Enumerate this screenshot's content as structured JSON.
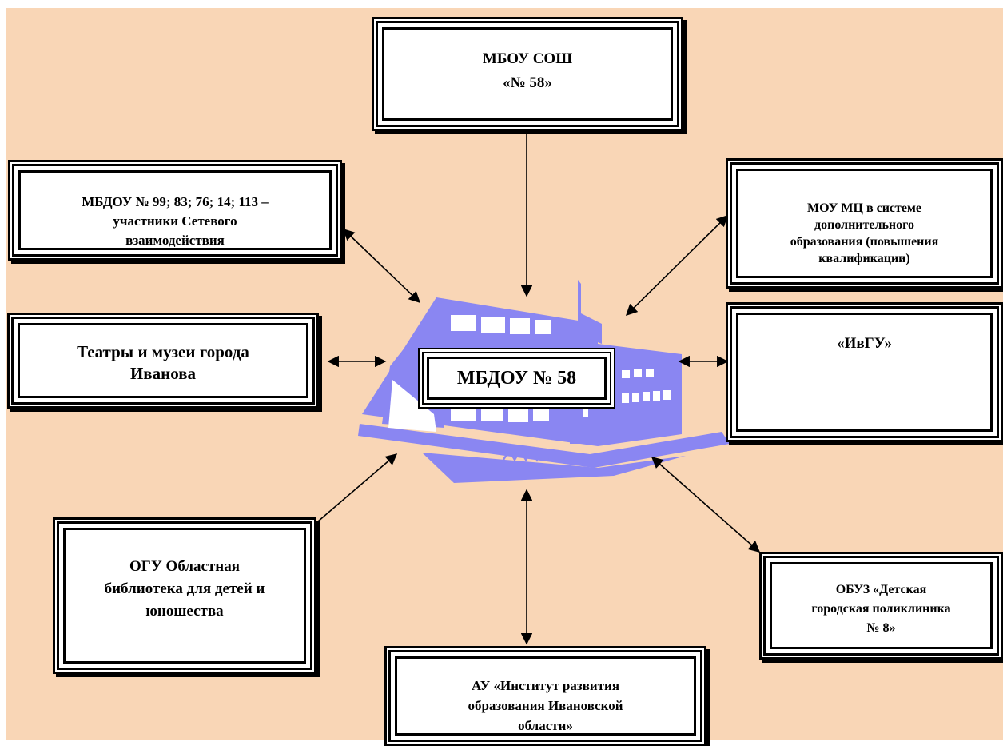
{
  "colors": {
    "background": "#f9d6b6",
    "building": "#8a86f2",
    "box_fill": "#ffffff",
    "line": "#000000"
  },
  "center": {
    "label": "МБДОУ № 58"
  },
  "nodes": {
    "school": {
      "lines": [
        "МБОУ СОШ",
        "«№ 58»"
      ]
    },
    "network": {
      "lines": [
        "МБДОУ № 99; 83; 76; 14; 113 –",
        "участники Сетевого",
        "взаимодействия"
      ]
    },
    "mou": {
      "lines": [
        "МОУ МЦ в системе",
        "дополнительного",
        "образования (повышения",
        "квалификации)"
      ]
    },
    "theatres": {
      "lines": [
        "Театры и музеи города",
        "Иванова"
      ]
    },
    "ivgu": {
      "lines": [
        "«ИвГУ»"
      ]
    },
    "library": {
      "lines": [
        "ОГУ Областная",
        "библиотека для детей и",
        "юношества"
      ]
    },
    "polyclinic": {
      "lines": [
        "ОБУЗ «Детская",
        "городская поликлиника",
        "№ 8»"
      ]
    },
    "institute": {
      "lines": [
        "АУ «Институт развития",
        "образования Ивановской",
        "области»"
      ]
    }
  },
  "icons": {
    "building": "school-building-icon"
  }
}
